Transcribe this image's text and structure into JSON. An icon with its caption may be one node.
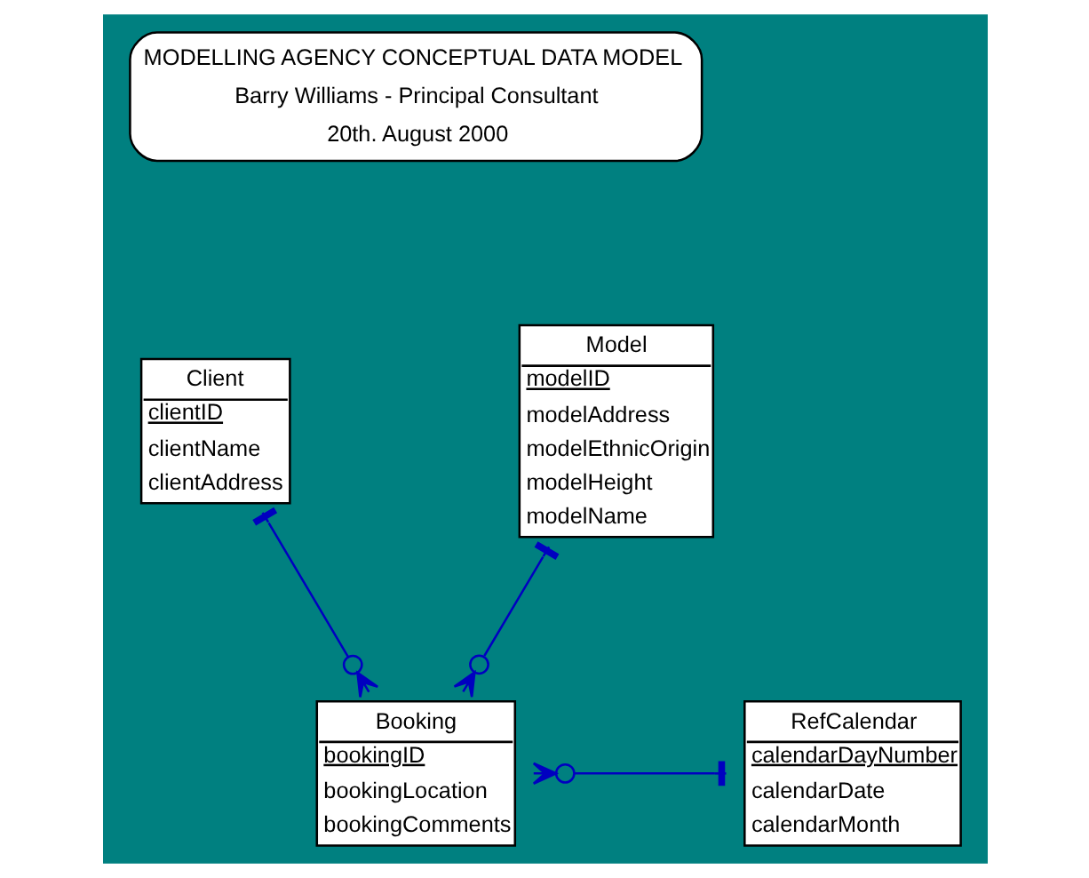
{
  "diagram": {
    "nodes": [
      {
        "text": [
          "MODELLING AGENCY CONCEPTUAL DATA MODEL",
          "Barry Williams - Principal Consultant",
          "20th. August 2000"
        ]
      },
      {
        "text": [
          "Client",
          "clientID",
          "clientName",
          "clientAddress"
        ]
      },
      {
        "text": [
          "Model",
          "modelID",
          "modelAddress",
          "modelEthnicOrigin",
          "modelHeight",
          "modelName"
        ]
      },
      {
        "text": [
          "Booking",
          "bookingID",
          "bookingLocation",
          "bookingComments"
        ]
      },
      {
        "text": [
          "RefCalendar",
          "calendarDayNumber",
          "calendarDate",
          "calendarMonth"
        ]
      }
    ],
    "edges": [
      {
        "from": 1,
        "to": 3,
        "arrow": "other"
      },
      {
        "from": 2,
        "to": 3,
        "arrow": "other"
      },
      {
        "from": 4,
        "to": 3,
        "arrow": "other"
      }
    ]
  }
}
